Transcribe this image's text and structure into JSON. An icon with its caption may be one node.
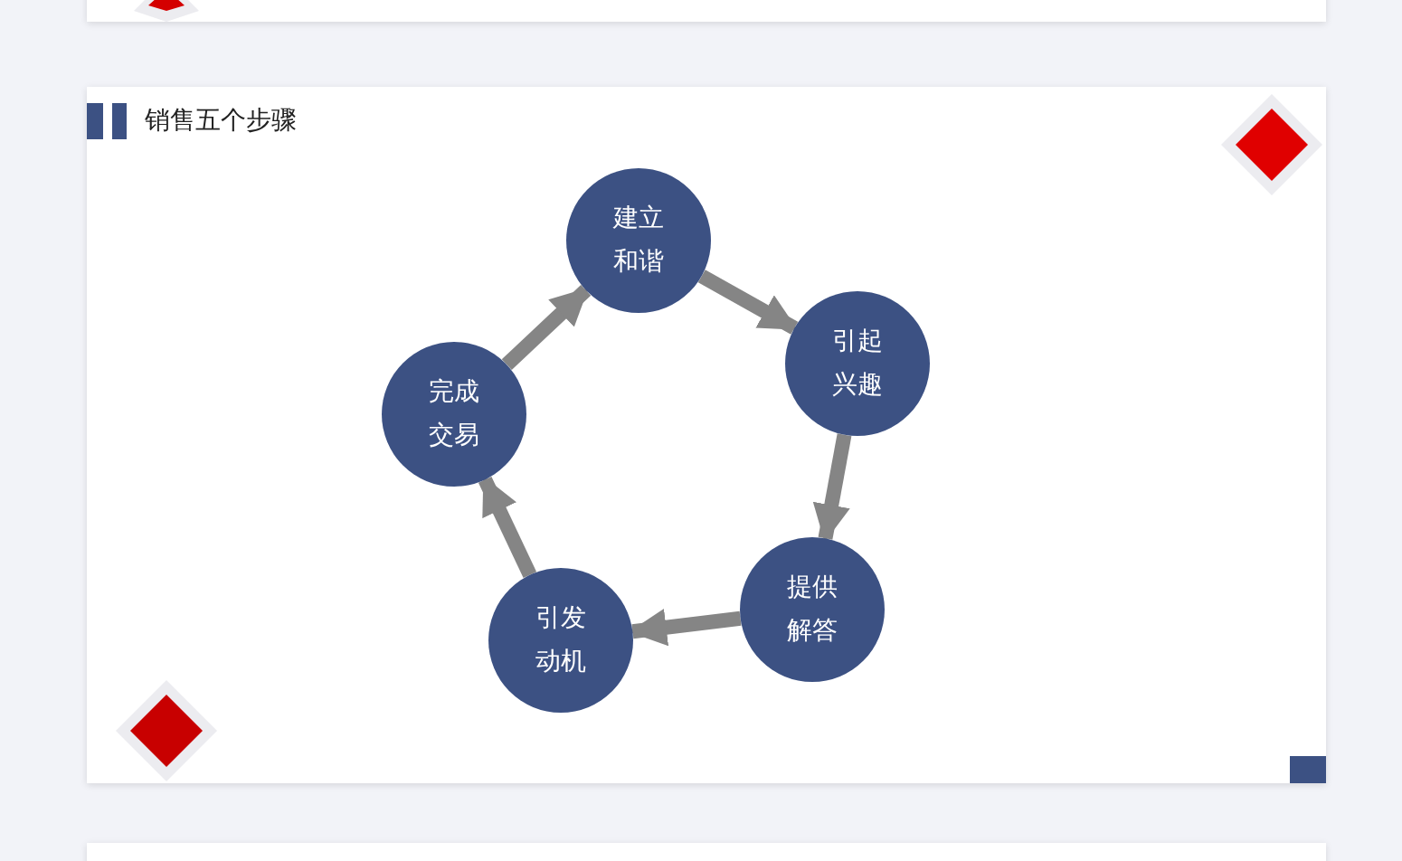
{
  "diagram": {
    "title": "销售五个步骤",
    "nodes": [
      {
        "text": [
          "建立和谐"
        ]
      },
      {
        "text": [
          "引起兴趣"
        ]
      },
      {
        "text": [
          "提供解答"
        ]
      },
      {
        "text": [
          "引发动机"
        ]
      },
      {
        "text": [
          "完成交易"
        ]
      }
    ],
    "edges": [
      {
        "from": 0,
        "to": 1,
        "arrow": "to"
      },
      {
        "from": 1,
        "to": 2,
        "arrow": "to"
      },
      {
        "from": 2,
        "to": 3,
        "arrow": "to"
      },
      {
        "from": 3,
        "to": 4,
        "arrow": "to"
      },
      {
        "from": 4,
        "to": 0,
        "arrow": "to"
      }
    ]
  }
}
